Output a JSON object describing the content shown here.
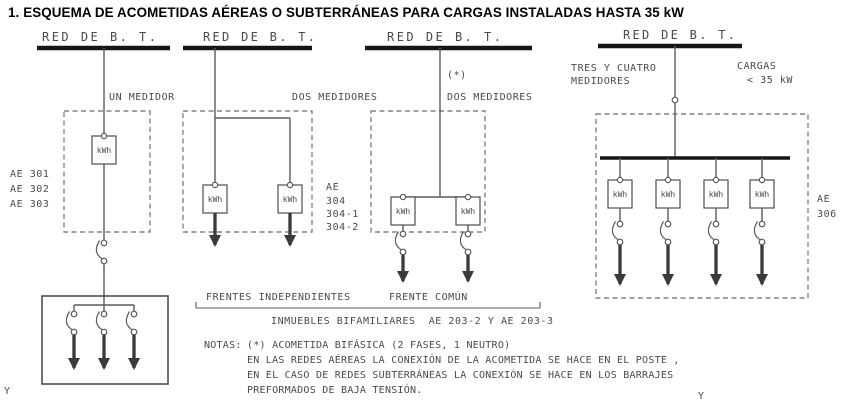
{
  "title": "1. ESQUEMA DE ACOMETIDAS AÉREAS O SUBTERRÁNEAS PARA CARGAS INSTALADAS HASTA 35 kW",
  "shared": {
    "red_bt": "RED DE B. T.",
    "kwh": "kWh"
  },
  "diagram1": {
    "caption": "UN MEDIDOR",
    "ae_refs": [
      "AE 301",
      "AE 302",
      "AE 303"
    ]
  },
  "diagram2": {
    "caption": "DOS MEDIDORES",
    "ae_refs": [
      "AE",
      "304",
      "304-1",
      "304-2"
    ]
  },
  "diagram3": {
    "note_mark": "(*)",
    "caption": "DOS MEDIDORES"
  },
  "diagram4": {
    "caption_line1": "TRES Y CUATRO",
    "caption_line2": "MEDIDORES",
    "load_line1": "CARGAS",
    "load_line2": "< 35 kW",
    "ae_refs": [
      "AE",
      "306"
    ]
  },
  "footer": {
    "bracket_label_left": "FRENTES INDEPENDIENTES",
    "bracket_label_right": "FRENTE COMÚN",
    "inmuebles_line": "INMUEBLES BIFAMILIARES  AE 203-2 Y AE 203-3",
    "notes_heading": "NOTAS:",
    "notes": [
      "(*) ACOMETIDA BIFÁSICA (2 FASES, 1 NEUTRO)",
      "EN LAS REDES AÉREAS LA CONEXIÓN DE LA ACOMETIDA SE HACE EN EL POSTE ,",
      "EN EL CASO DE REDES SUBTERRÁNEAS LA CONEXIÓN SE HACE EN LOS BARRAJES",
      "PREFORMADOS DE BAJA TENSIÓN."
    ],
    "corner_letter_left": "Y",
    "corner_letter_right": "Y"
  }
}
